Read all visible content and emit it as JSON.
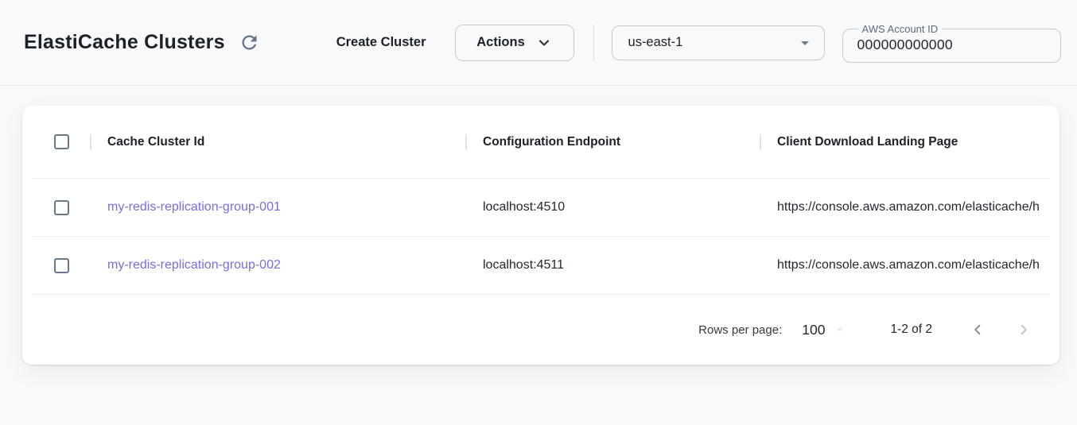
{
  "header": {
    "title": "ElastiCache Clusters",
    "create_cluster_label": "Create Cluster",
    "actions_label": "Actions",
    "region": {
      "value": "us-east-1"
    },
    "account_id": {
      "label": "AWS Account ID",
      "value": "000000000000"
    }
  },
  "table": {
    "columns": [
      {
        "label": "Cache Cluster Id"
      },
      {
        "label": "Configuration Endpoint"
      },
      {
        "label": "Client Download Landing Page"
      }
    ],
    "rows": [
      {
        "id": "my-redis-replication-group-001",
        "endpoint": "localhost:4510",
        "landing_page": "https://console.aws.amazon.com/elasticache/h"
      },
      {
        "id": "my-redis-replication-group-002",
        "endpoint": "localhost:4511",
        "landing_page": "https://console.aws.amazon.com/elasticache/h"
      }
    ]
  },
  "pagination": {
    "rows_per_page_label": "Rows per page:",
    "rows_per_page_value": "100",
    "range": "1-2 of 2"
  },
  "icons": {
    "refresh": "refresh-icon",
    "chevron_down": "chevron-down-icon",
    "dropdown_arrow": "dropdown-arrow-icon",
    "chevron_left": "chevron-left-icon",
    "chevron_right": "chevron-right-icon"
  },
  "colors": {
    "link_purple": "#7a6be0",
    "icon_slate": "#64748b",
    "background": "#f8f9fb",
    "card_background": "#ffffff"
  }
}
